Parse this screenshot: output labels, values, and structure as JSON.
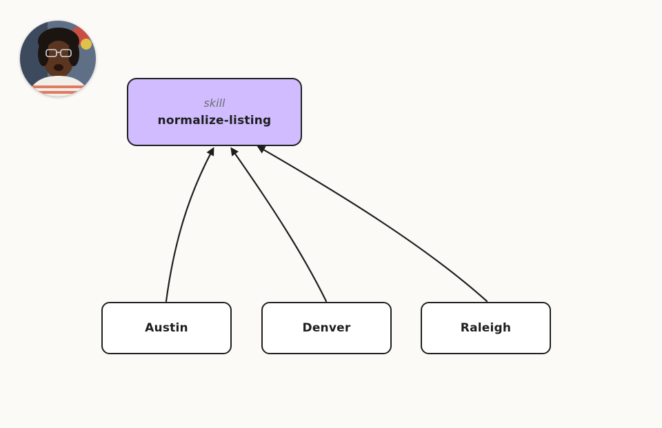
{
  "skill_node": {
    "kind_label": "skill",
    "name": "normalize-listing"
  },
  "source_nodes": [
    {
      "name": "Austin"
    },
    {
      "name": "Denver"
    },
    {
      "name": "Raleigh"
    }
  ],
  "edges": [
    {
      "from": "Austin",
      "to": "normalize-listing"
    },
    {
      "from": "Denver",
      "to": "normalize-listing"
    },
    {
      "from": "Raleigh",
      "to": "normalize-listing"
    }
  ],
  "colors": {
    "background": "#fbfaf7",
    "skill_fill": "#d0bcff",
    "node_fill": "#ffffff",
    "stroke": "#1e1e1e",
    "kind_text": "#6f6f6f"
  },
  "avatar": {
    "icon": "presenter-avatar"
  }
}
